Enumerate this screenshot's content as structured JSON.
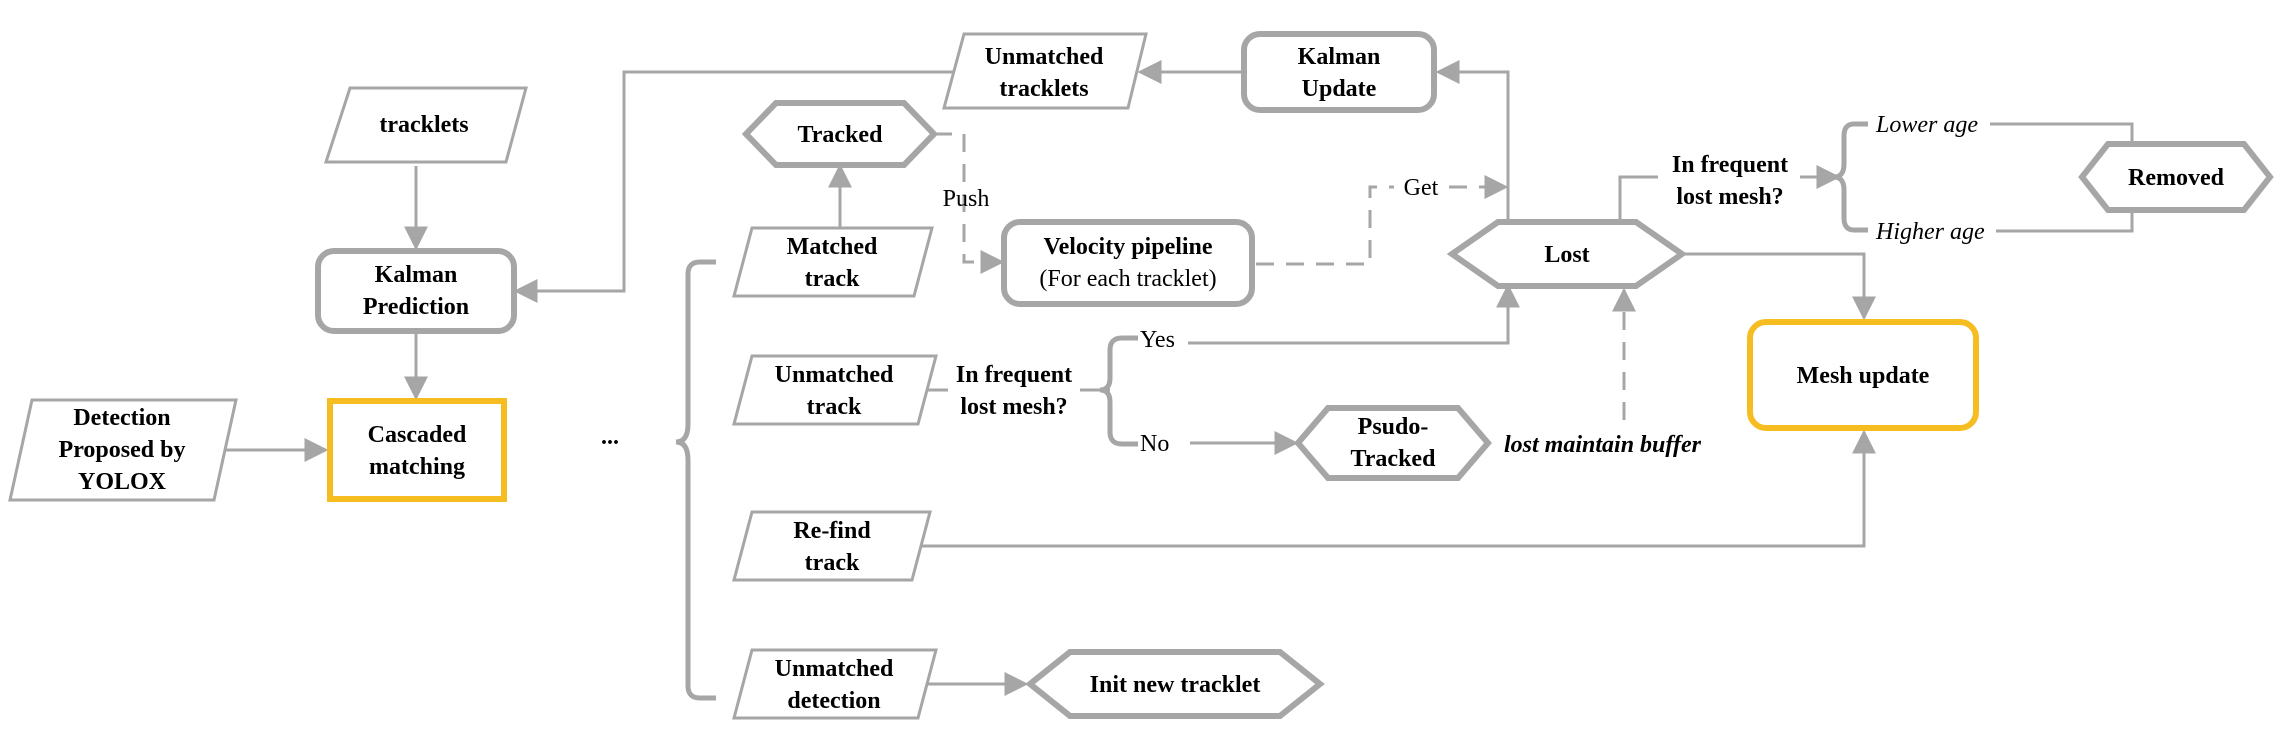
{
  "diagram": {
    "colors": {
      "line": "#a6a6a6",
      "highlight": "#f5bd1f",
      "text": "#000000"
    },
    "nodes": {
      "tracklets": "tracklets",
      "kalman_prediction": [
        "Kalman",
        "Prediction"
      ],
      "detection": [
        "Detection",
        "Proposed by",
        "YOLOX"
      ],
      "cascaded_matching": [
        "Cascaded",
        "matching"
      ],
      "ellipsis": "...",
      "unmatched_tracklets": [
        "Unmatched",
        "tracklets"
      ],
      "kalman_update": [
        "Kalman",
        "Update"
      ],
      "tracked": "Tracked",
      "matched_track": [
        "Matched",
        "track"
      ],
      "velocity_pipeline": [
        "Velocity pipeline",
        "(For each tracklet)"
      ],
      "unmatched_track": [
        "Unmatched",
        "track"
      ],
      "decision_frequent_1": [
        "In frequent",
        "lost mesh?"
      ],
      "psudo_tracked": [
        "Psudo-",
        "Tracked"
      ],
      "lost": "Lost",
      "decision_frequent_2": [
        "In frequent",
        "lost mesh?"
      ],
      "removed": "Removed",
      "mesh_update": "Mesh update",
      "refind_track": [
        "Re-find",
        "track"
      ],
      "unmatched_detection": [
        "Unmatched",
        "detection"
      ],
      "init_new_tracklet": "Init new tracklet"
    },
    "labels": {
      "push": "Push",
      "get": "Get",
      "yes": "Yes",
      "no": "No",
      "lost_maintain_buffer": "lost maintain buffer",
      "lower_age": "Lower age",
      "higher_age": "Higher age"
    }
  }
}
